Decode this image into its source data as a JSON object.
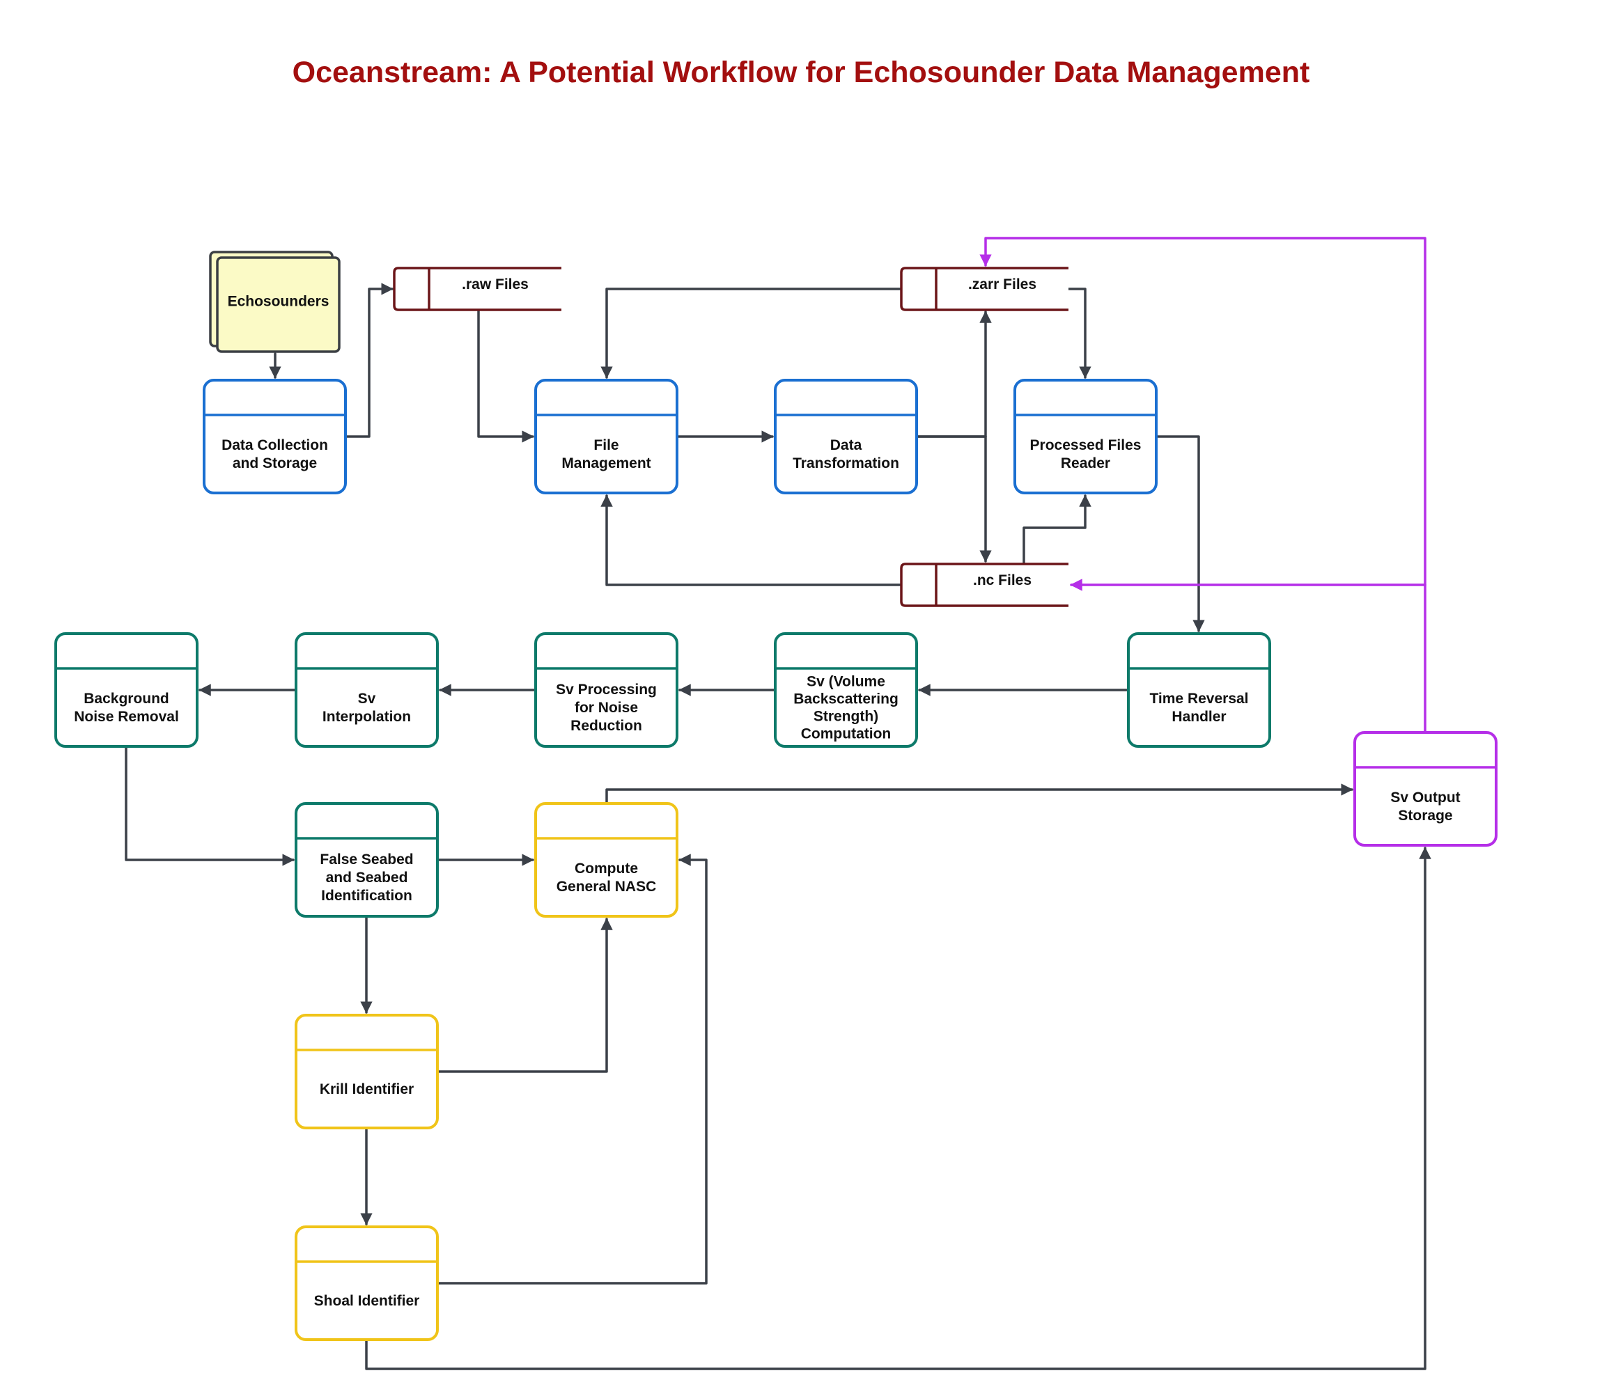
{
  "title": "Oceanstream: A Potential Workflow for Echosounder Data Management",
  "colors": {
    "title": "#a30f0f",
    "edge": "#3b4048",
    "output_edge": "#b52ee8",
    "storage": "#6b1518",
    "blue": "#1a6fd1",
    "teal": "#0d7a6a",
    "yellow": "#f0c419",
    "purple": "#b52ee8",
    "source_fill": "#fbfac6",
    "source_stroke": "#3b3f44"
  },
  "nodes": {
    "echosounders": {
      "label": [
        "Echosounders"
      ],
      "kind": "source"
    },
    "raw_files": {
      "label": [
        ".raw Files"
      ],
      "kind": "storage"
    },
    "zarr_files": {
      "label": [
        ".zarr Files"
      ],
      "kind": "storage"
    },
    "nc_files": {
      "label": [
        ".nc Files"
      ],
      "kind": "storage"
    },
    "data_collection": {
      "label": [
        "Data Collection",
        "and Storage"
      ],
      "kind": "process",
      "color": "blue"
    },
    "file_management": {
      "label": [
        "File",
        "Management"
      ],
      "kind": "process",
      "color": "blue"
    },
    "data_transformation": {
      "label": [
        "Data",
        "Transformation"
      ],
      "kind": "process",
      "color": "blue"
    },
    "processed_reader": {
      "label": [
        "Processed Files",
        "Reader"
      ],
      "kind": "process",
      "color": "blue"
    },
    "time_reversal": {
      "label": [
        "Time Reversal",
        "Handler"
      ],
      "kind": "process",
      "color": "teal"
    },
    "sv_computation": {
      "label": [
        "Sv (Volume",
        "Backscattering",
        "Strength)",
        "Computation"
      ],
      "kind": "process",
      "color": "teal"
    },
    "sv_noise": {
      "label": [
        "Sv Processing",
        "for Noise",
        "Reduction"
      ],
      "kind": "process",
      "color": "teal"
    },
    "sv_interpolation": {
      "label": [
        "Sv",
        "Interpolation"
      ],
      "kind": "process",
      "color": "teal"
    },
    "background_noise": {
      "label": [
        "Background",
        "Noise Removal"
      ],
      "kind": "process",
      "color": "teal"
    },
    "seabed": {
      "label": [
        "False Seabed",
        "and Seabed",
        "Identification"
      ],
      "kind": "process",
      "color": "teal"
    },
    "nasc": {
      "label": [
        "Compute",
        "General NASC"
      ],
      "kind": "process",
      "color": "yellow"
    },
    "krill": {
      "label": [
        "Krill Identifier"
      ],
      "kind": "process",
      "color": "yellow"
    },
    "shoal": {
      "label": [
        "Shoal Identifier"
      ],
      "kind": "process",
      "color": "yellow"
    },
    "sv_output": {
      "label": [
        "Sv Output",
        "Storage"
      ],
      "kind": "process",
      "color": "purple"
    }
  },
  "edges": [
    {
      "from": "echosounders",
      "to": "data_collection"
    },
    {
      "from": "data_collection",
      "to": "raw_files"
    },
    {
      "from": "raw_files",
      "to": "file_management"
    },
    {
      "from": "zarr_files",
      "to": "file_management"
    },
    {
      "from": "file_management",
      "to": "data_transformation"
    },
    {
      "from": "data_transformation",
      "to": "zarr_files"
    },
    {
      "from": "data_transformation",
      "to": "nc_files"
    },
    {
      "from": "zarr_files",
      "to": "processed_reader"
    },
    {
      "from": "nc_files",
      "to": "processed_reader"
    },
    {
      "from": "nc_files",
      "to": "file_management"
    },
    {
      "from": "processed_reader",
      "to": "time_reversal"
    },
    {
      "from": "time_reversal",
      "to": "sv_computation"
    },
    {
      "from": "sv_computation",
      "to": "sv_noise"
    },
    {
      "from": "sv_noise",
      "to": "sv_interpolation"
    },
    {
      "from": "sv_interpolation",
      "to": "background_noise"
    },
    {
      "from": "background_noise",
      "to": "seabed"
    },
    {
      "from": "seabed",
      "to": "nasc"
    },
    {
      "from": "seabed",
      "to": "krill"
    },
    {
      "from": "krill",
      "to": "nasc"
    },
    {
      "from": "krill",
      "to": "shoal"
    },
    {
      "from": "shoal",
      "to": "nasc"
    },
    {
      "from": "nasc",
      "to": "sv_output"
    },
    {
      "from": "shoal",
      "to": "sv_output"
    },
    {
      "from": "sv_output",
      "to": "zarr_files",
      "style": "output"
    },
    {
      "from": "sv_output",
      "to": "nc_files",
      "style": "output"
    }
  ]
}
